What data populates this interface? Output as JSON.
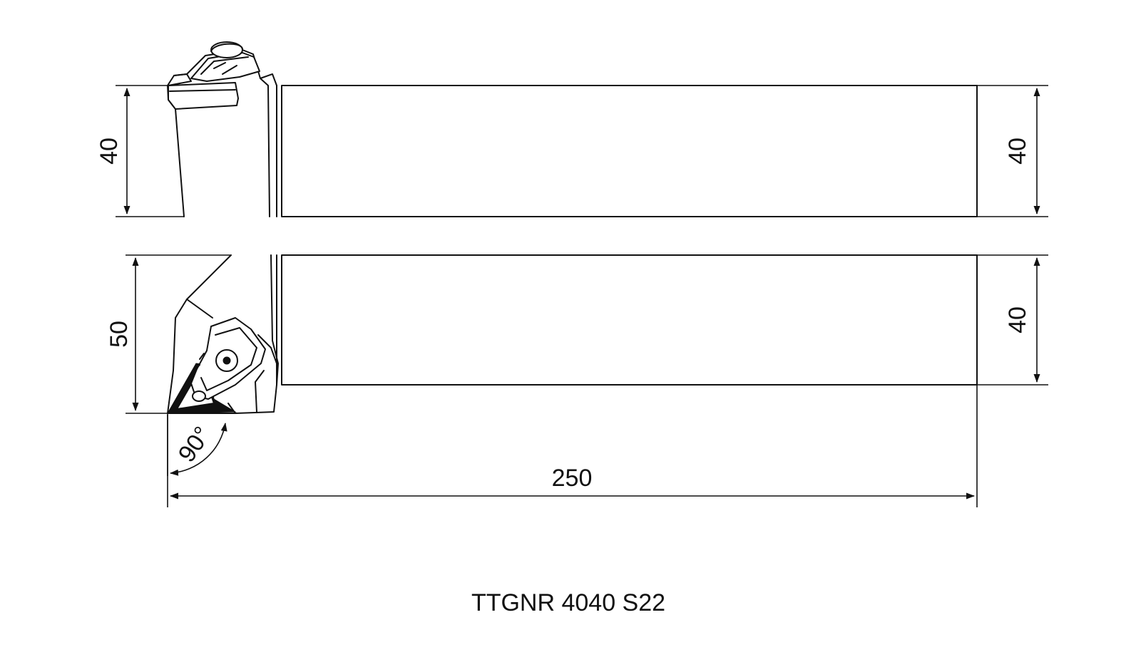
{
  "dimensions": {
    "top_view_height_left": "40",
    "top_view_height_right": "40",
    "side_view_height_left": "50",
    "side_view_height_right": "40",
    "overall_length": "250",
    "angle": "90°"
  },
  "title": "TTGNR 4040 S22",
  "colors": {
    "line": "#111111",
    "background": "#ffffff"
  }
}
